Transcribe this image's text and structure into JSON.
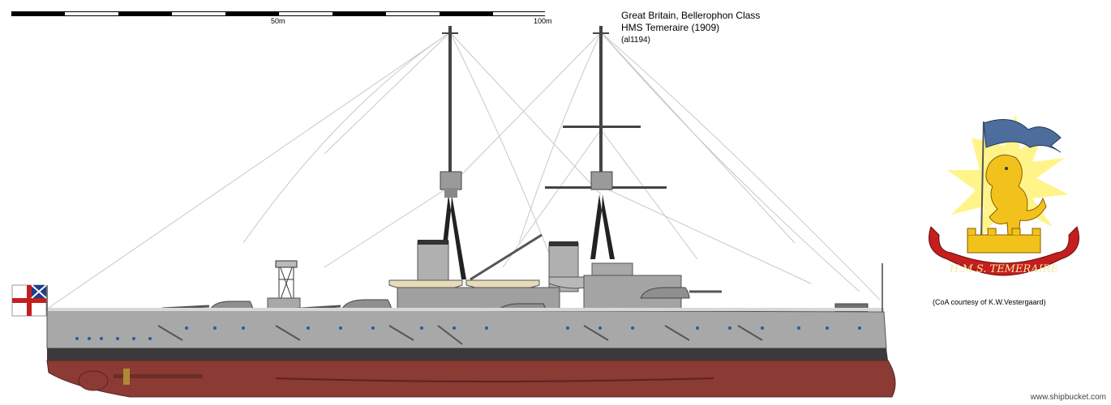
{
  "scale": {
    "label_mid": "50m",
    "label_end": "100m"
  },
  "title": {
    "line1": "Great Britain, Bellerophon Class",
    "line2": "HMS Temeraire (1909)",
    "line3": "(al1194)"
  },
  "coa": {
    "motto": "H.M.S. TEMERAIRE",
    "credit": "(CoA courtesy of  K.W.Vestergaard)"
  },
  "watermark": "www.shipbucket.com",
  "colors": {
    "hull_grey": "#a8a8a8",
    "hull_red": "#8b3a34",
    "boot_black": "#3a3a3a",
    "sky": "#ffffff",
    "coa_gold": "#f2c21c",
    "coa_red": "#c41e1e",
    "coa_flag": "#4d6e9c"
  }
}
